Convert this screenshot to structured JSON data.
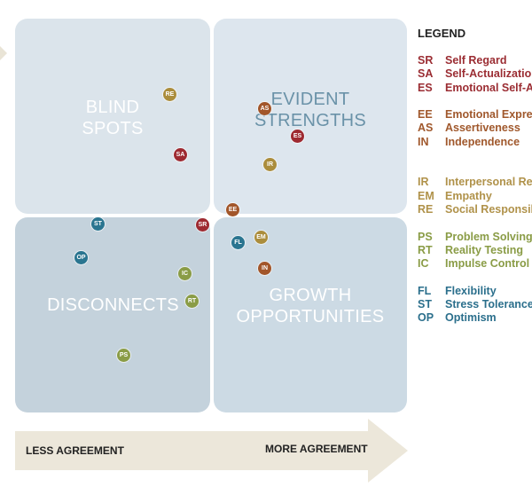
{
  "quadrants": {
    "blind_spots": "BLIND\nSPOTS",
    "evident_strengths": "EVIDENT\nSTRENGTHS",
    "disconnects": "DISCONNECTS",
    "growth_opportunities": "GROWTH\nOPPORTUNITIES"
  },
  "axis": {
    "less": "LESS AGREEMENT",
    "more": "MORE AGREEMENT"
  },
  "markers": {
    "re": "RE",
    "sa": "SA",
    "as": "AS",
    "es": "ES",
    "ir": "IR",
    "ee": "EE",
    "st": "ST",
    "sr": "SR",
    "op": "OP",
    "fl": "FL",
    "em": "EM",
    "ic": "IC",
    "rt": "RT",
    "in": "IN",
    "ps": "PS"
  },
  "legend": {
    "title": "LEGEND",
    "items": [
      {
        "code": "SR",
        "label": "Self Regard"
      },
      {
        "code": "SA",
        "label": "Self-Actualization"
      },
      {
        "code": "ES",
        "label": "Emotional Self-Awareness"
      },
      {
        "code": "EE",
        "label": "Emotional Expression"
      },
      {
        "code": "AS",
        "label": "Assertiveness"
      },
      {
        "code": "IN",
        "label": "Independence"
      },
      {
        "code": "IR",
        "label": "Interpersonal Relationships"
      },
      {
        "code": "EM",
        "label": "Empathy"
      },
      {
        "code": "RE",
        "label": "Social Responsibility"
      },
      {
        "code": "PS",
        "label": "Problem Solving"
      },
      {
        "code": "RT",
        "label": "Reality Testing"
      },
      {
        "code": "IC",
        "label": "Impulse Control"
      },
      {
        "code": "FL",
        "label": "Flexibility"
      },
      {
        "code": "ST",
        "label": "Stress Tolerance"
      },
      {
        "code": "OP",
        "label": "Optimism"
      }
    ]
  },
  "colors": {
    "self_perception": "#9e2a31",
    "self_expression": "#a2562a",
    "interpersonal": "#ab8d3c",
    "decision_making": "#8a9c46",
    "stress_management": "#2a7590"
  }
}
